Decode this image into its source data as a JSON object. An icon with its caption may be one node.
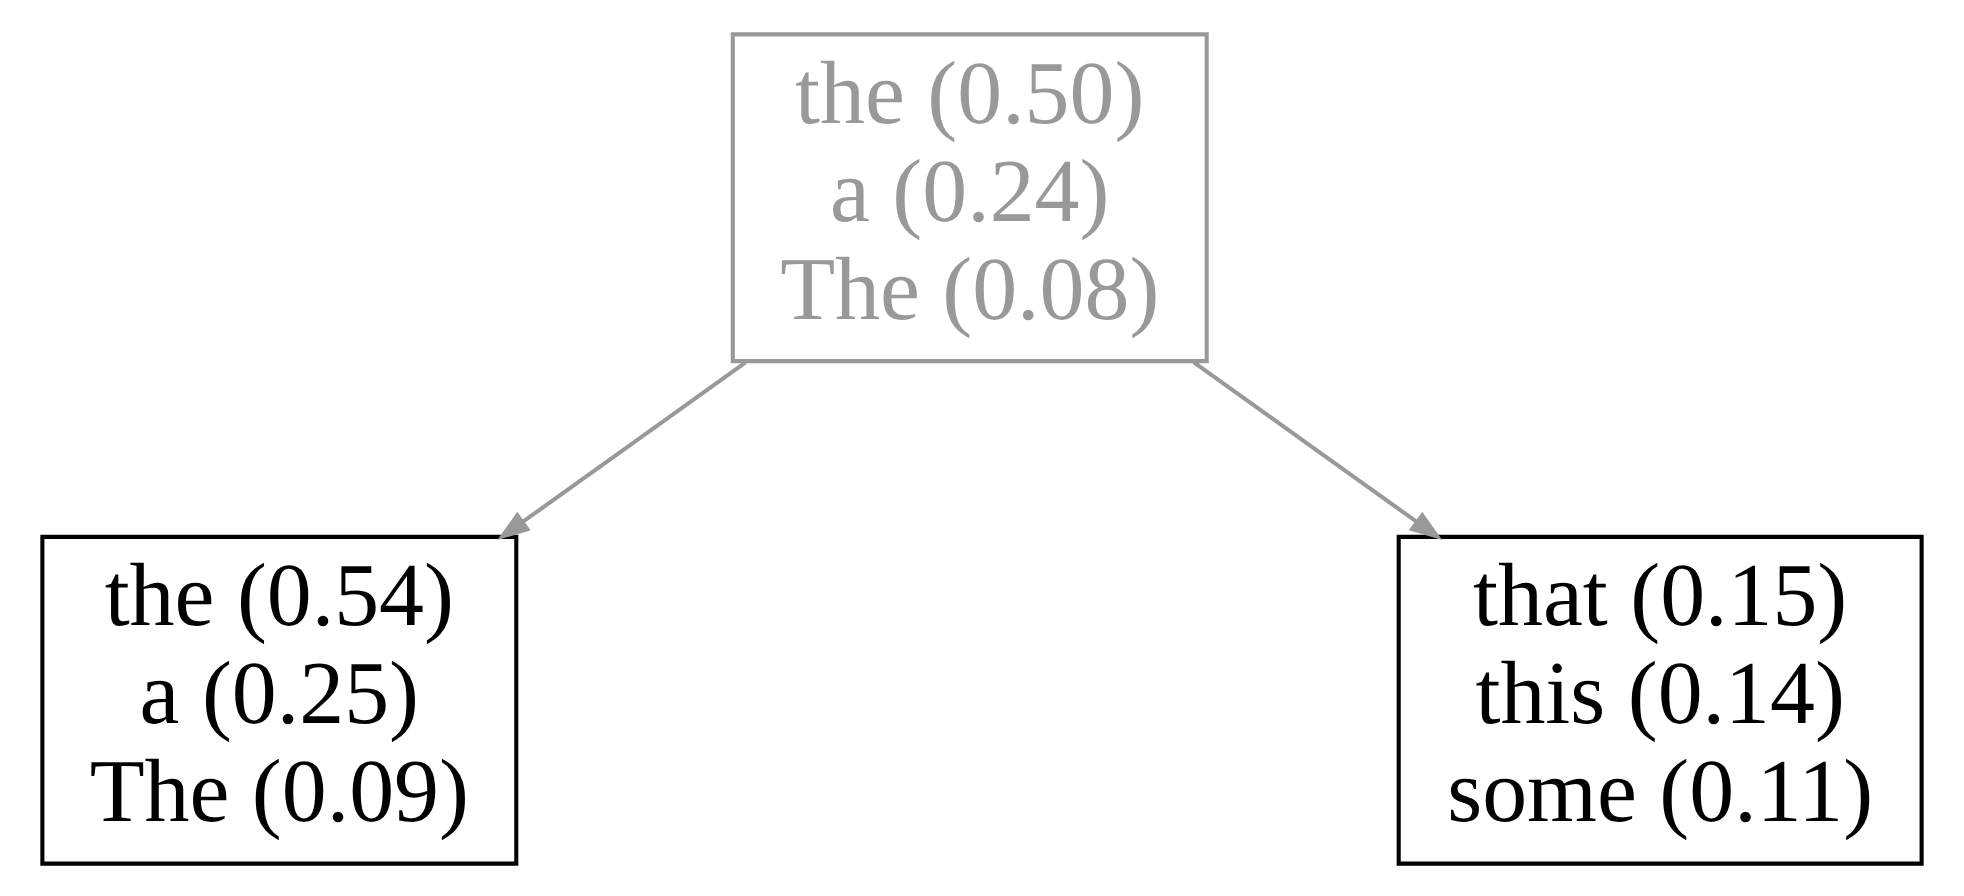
{
  "diagram": {
    "nodes": [
      {
        "text": [
          "the (0.50)",
          "a (0.24)",
          "The (0.08)"
        ]
      },
      {
        "text": [
          "the (0.54)",
          "a (0.25)",
          "The (0.09)"
        ]
      },
      {
        "text": [
          "that (0.15)",
          "this (0.14)",
          "some (0.11)"
        ]
      }
    ],
    "edges": [
      {
        "from": 0,
        "to": 1,
        "arrow": "to"
      },
      {
        "from": 0,
        "to": 2,
        "arrow": "to"
      }
    ]
  }
}
